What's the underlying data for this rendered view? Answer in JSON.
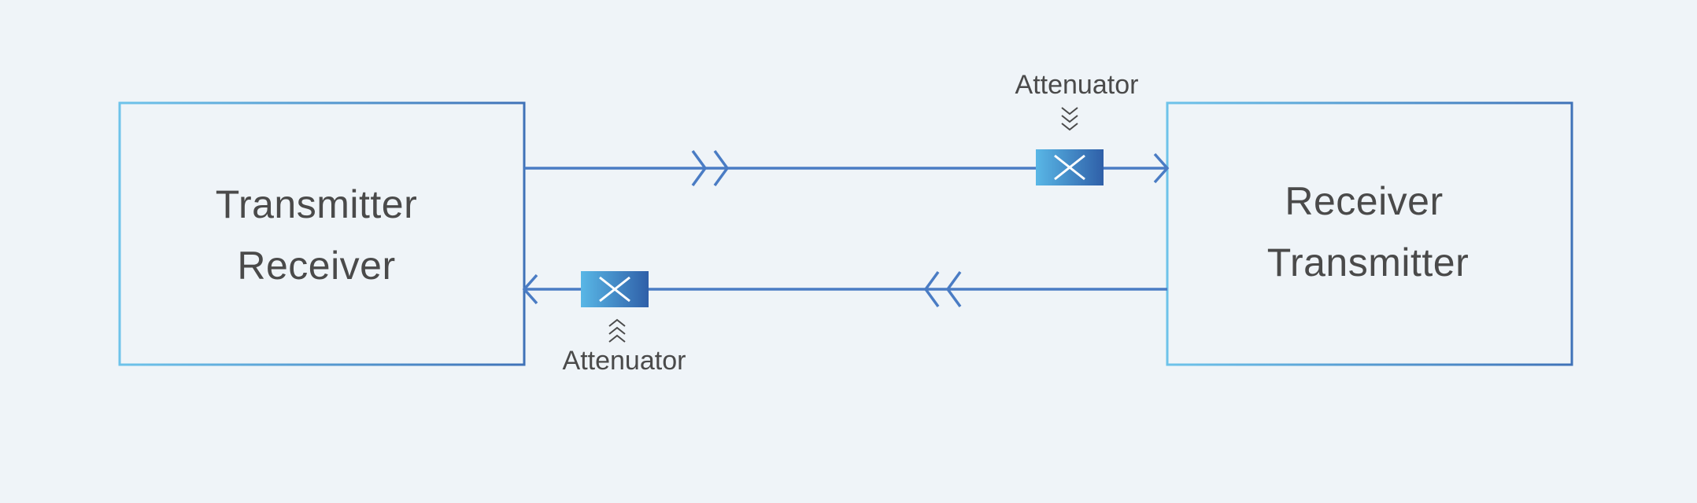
{
  "left_device": {
    "line1": "Transmitter",
    "line2": "Receiver"
  },
  "right_device": {
    "line1": "Receiver",
    "line2": "Transmitter"
  },
  "attenuator_top": {
    "label": "Attenuator",
    "icon": "attenuator-icon"
  },
  "attenuator_bottom": {
    "label": "Attenuator",
    "icon": "attenuator-icon"
  },
  "colors": {
    "line": "#4a7cc4",
    "box_border_light": "#6ec3ea",
    "box_border_dark": "#3f72b8",
    "text": "#4a4a4a",
    "background": "#eff4f8"
  }
}
